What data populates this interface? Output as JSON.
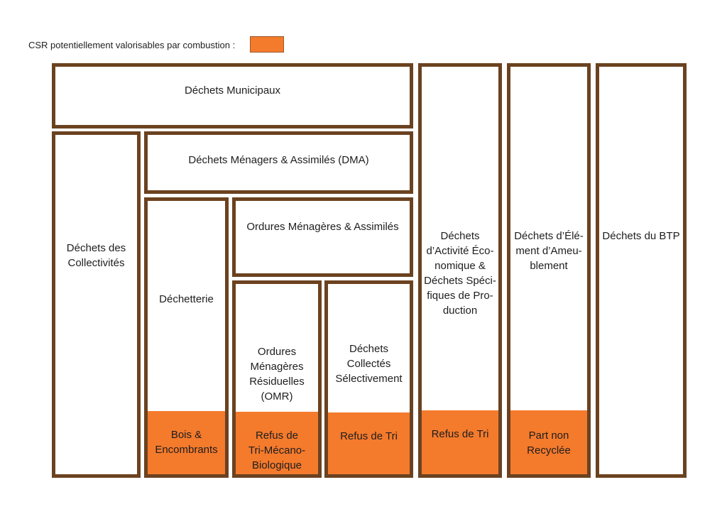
{
  "colors": {
    "border": "#6b4220",
    "csr_fill": "#f47a2c"
  },
  "legend": {
    "text": "CSR potentiellement valorisables par combustion :",
    "swatch_meaning": "CSR"
  },
  "boxes": {
    "municipaux": {
      "label": [
        "Déchets Municipaux"
      ]
    },
    "collectivites": {
      "label": [
        "Déchets des",
        "Collectivités"
      ]
    },
    "dma": {
      "label": [
        "Déchets Ménagers & Assimilés (DMA)"
      ]
    },
    "dechetterie": {
      "label": [
        "Déchetterie"
      ],
      "csr": [
        "Bois &",
        "Encombrants"
      ]
    },
    "oma": {
      "label": [
        "Ordures Ménagères & Assimilés"
      ]
    },
    "omr": {
      "label": [
        "Ordures",
        "Ménagères",
        "Résiduelles",
        "(OMR)"
      ],
      "csr": [
        "Refus de",
        "Tri-Mécano-",
        "Biologique"
      ]
    },
    "dcs": {
      "label": [
        "Déchets",
        "Collectés",
        "Sélectivement"
      ],
      "csr": [
        "Refus de Tri"
      ]
    },
    "dae": {
      "label": [
        "Déchets",
        "d’Activité Éco-",
        "nomique &",
        "Déchets Spéci-",
        "fiques de Pro-",
        "duction"
      ],
      "csr": [
        "Refus de Tri"
      ]
    },
    "dea": {
      "label": [
        "Déchets d’Élé-",
        "ment d’Ameu-",
        "blement"
      ],
      "csr": [
        "Part non",
        "Recyclée"
      ]
    },
    "btp": {
      "label": [
        "Déchets du BTP"
      ]
    }
  }
}
